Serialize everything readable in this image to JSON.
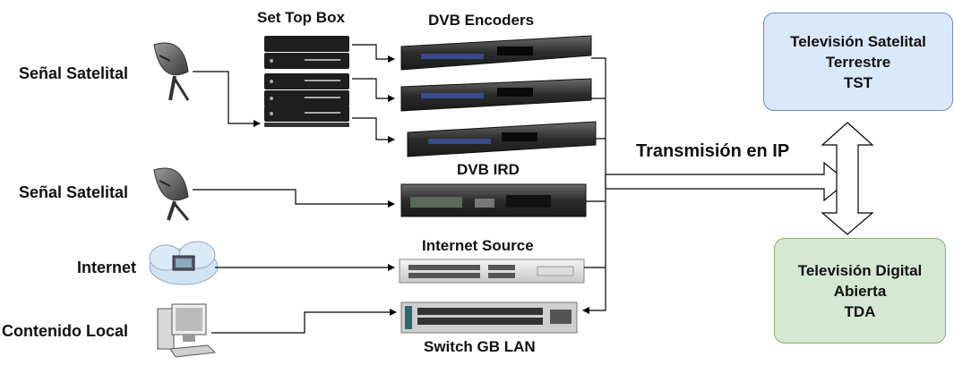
{
  "sources": {
    "sat1": "Señal Satelital",
    "sat2": "Señal Satelital",
    "internet": "Internet",
    "local": "Contenido Local"
  },
  "devices": {
    "stb": "Set Top Box",
    "encoders": "DVB Encoders",
    "ird": "DVB IRD",
    "internet_source": "Internet Source",
    "switch": "Switch GB LAN"
  },
  "transmission_label": "Transmisión en IP",
  "destinations": {
    "tst": [
      "Televisión Satelital",
      "Terrestre",
      "TST"
    ],
    "tda": [
      "Televisión Digital",
      "Abierta",
      "TDA"
    ]
  },
  "colors": {
    "tst_fill": "#dae8fc",
    "tst_border": "#6c8ebf",
    "tda_fill": "#d5e8d4",
    "tda_border": "#82b366",
    "line": "#000000"
  }
}
